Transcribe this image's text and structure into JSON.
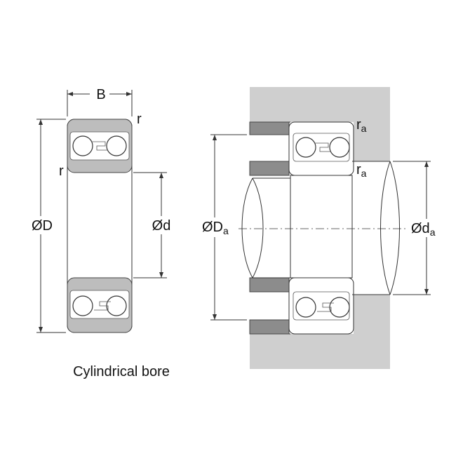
{
  "left_view": {
    "width_label": "B",
    "radius_label_top": "r",
    "radius_label_left": "r",
    "outer_diameter_label": "ØD",
    "bore_diameter_label": "Ød",
    "caption": "Cylindrical bore"
  },
  "right_view": {
    "fillet_label_top": {
      "main": "r",
      "sub": "a"
    },
    "fillet_label_bottom": {
      "main": "r",
      "sub": "a"
    },
    "housing_diameter_label": {
      "main": "ØD",
      "sub": "a"
    },
    "shaft_diameter_label": {
      "main": "Ød",
      "sub": "a"
    }
  },
  "colors": {
    "line": "#333333",
    "ring_fill": "#bdbdbd",
    "housing_fill": "#cfcfcf",
    "spacer_fill": "#8c8c8c"
  }
}
